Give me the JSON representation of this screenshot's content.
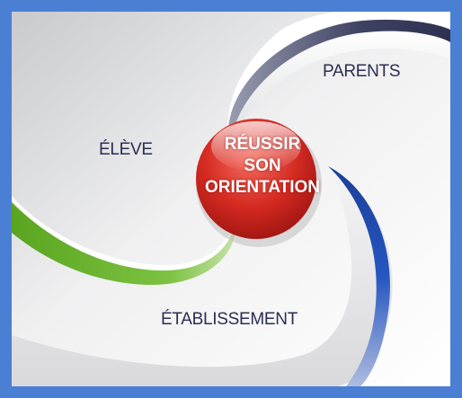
{
  "center": {
    "lines": [
      "RÉUSSIR",
      "SON",
      "ORIENTATION"
    ]
  },
  "labels": {
    "parents": "PARENTS",
    "eleve": "ÉLÈVE",
    "etablissement": "ÉTABLISSEMENT"
  },
  "colors": {
    "frame": "#4a7fd4",
    "center_circle": "#d42a22",
    "swoosh_parents": "#4a4e6e",
    "swoosh_eleve": "#6cb82e",
    "swoosh_etablissement": "#1f49a6",
    "label_text": "#2a2e52"
  }
}
